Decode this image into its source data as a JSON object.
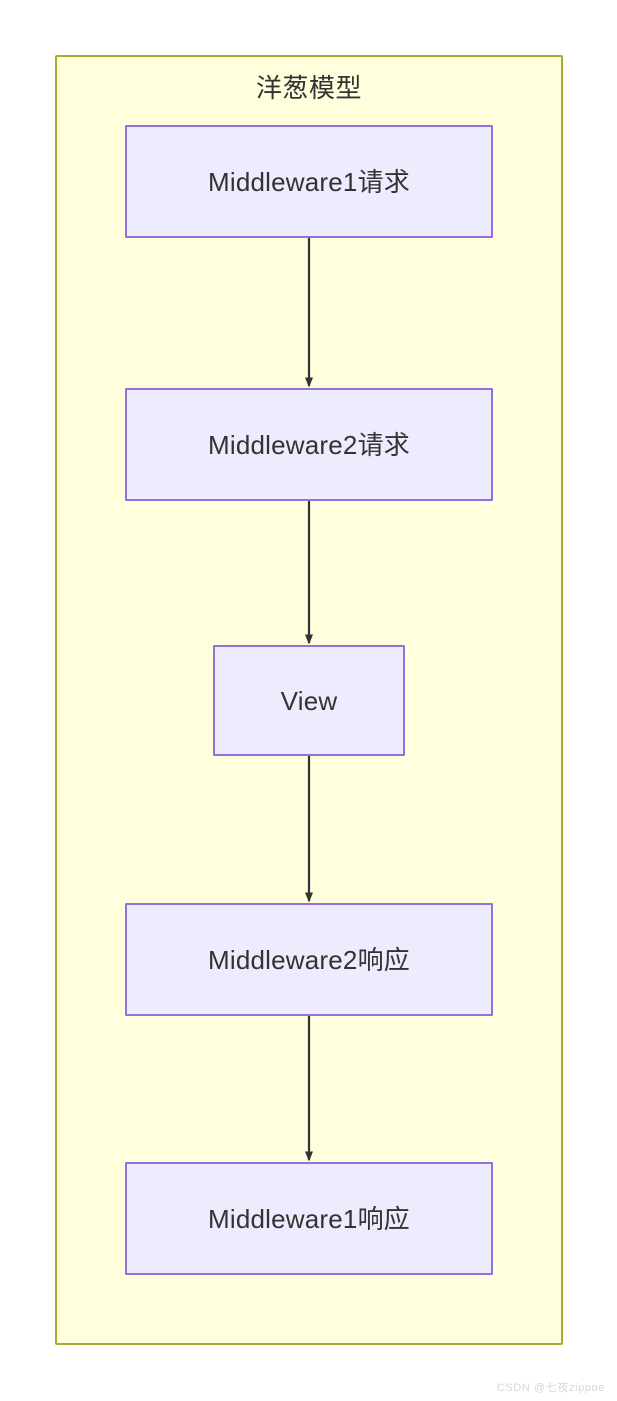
{
  "diagram": {
    "type": "flowchart",
    "direction": "top-to-bottom",
    "container": {
      "title": "洋葱模型",
      "fill_color": "#ffffde",
      "border_color": "#aaaa33"
    },
    "node_style": {
      "fill_color": "#ececfe",
      "border_color": "#9370db",
      "text_color": "#333333"
    },
    "edge_style": {
      "color": "#333333",
      "arrowhead": "solid-triangle"
    },
    "nodes": [
      {
        "id": "mw1-req",
        "label": "Middleware1请求",
        "size": "wide"
      },
      {
        "id": "mw2-req",
        "label": "Middleware2请求",
        "size": "wide"
      },
      {
        "id": "view",
        "label": "View",
        "size": "small"
      },
      {
        "id": "mw2-res",
        "label": "Middleware2响应",
        "size": "wide"
      },
      {
        "id": "mw1-res",
        "label": "Middleware1响应",
        "size": "wide"
      }
    ],
    "edges": [
      {
        "from": "mw1-req",
        "to": "mw2-req"
      },
      {
        "from": "mw2-req",
        "to": "view"
      },
      {
        "from": "view",
        "to": "mw2-res"
      },
      {
        "from": "mw2-res",
        "to": "mw1-res"
      }
    ]
  },
  "watermark": {
    "text": "CSDN @七夜zippoe"
  }
}
